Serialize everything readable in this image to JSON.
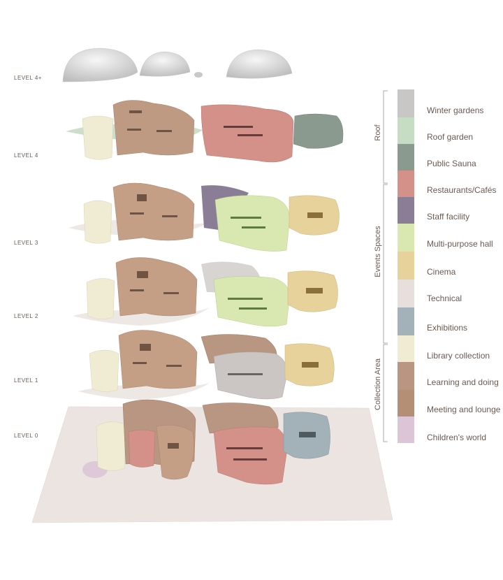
{
  "levels": [
    "LEVEL 4+",
    "LEVEL 4",
    "LEVEL 3",
    "LEVEL 2",
    "LEVEL 1",
    "LEVEL 0"
  ],
  "legend": {
    "groups": [
      {
        "label": "Roof"
      },
      {
        "label": "Events Spaces"
      },
      {
        "label": "Collection Area"
      }
    ],
    "items": [
      {
        "label": "Winter gardens",
        "color": "#c9c6c6"
      },
      {
        "label": "Roof garden",
        "color": "#c6ddc3"
      },
      {
        "label": "Public Sauna",
        "color": "#8a9a8e"
      },
      {
        "label": "Restaurants/Cafés",
        "color": "#d4918a"
      },
      {
        "label": "Staff facility",
        "color": "#8a7d96"
      },
      {
        "label": "Multi-purpose hall",
        "color": "#d8e8b0"
      },
      {
        "label": "Cinema",
        "color": "#e8d29c"
      },
      {
        "label": "Technical",
        "color": "#e6dfdc"
      },
      {
        "label": "Exhibitions",
        "color": "#a3b1b8"
      },
      {
        "label": "Library collection",
        "color": "#f0ebd3"
      },
      {
        "label": "Learning and doing",
        "color": "#b89681"
      },
      {
        "label": "Meeting and lounge",
        "color": "#b48f76"
      },
      {
        "label": "Children's world",
        "color": "#dcc5d6"
      }
    ]
  }
}
